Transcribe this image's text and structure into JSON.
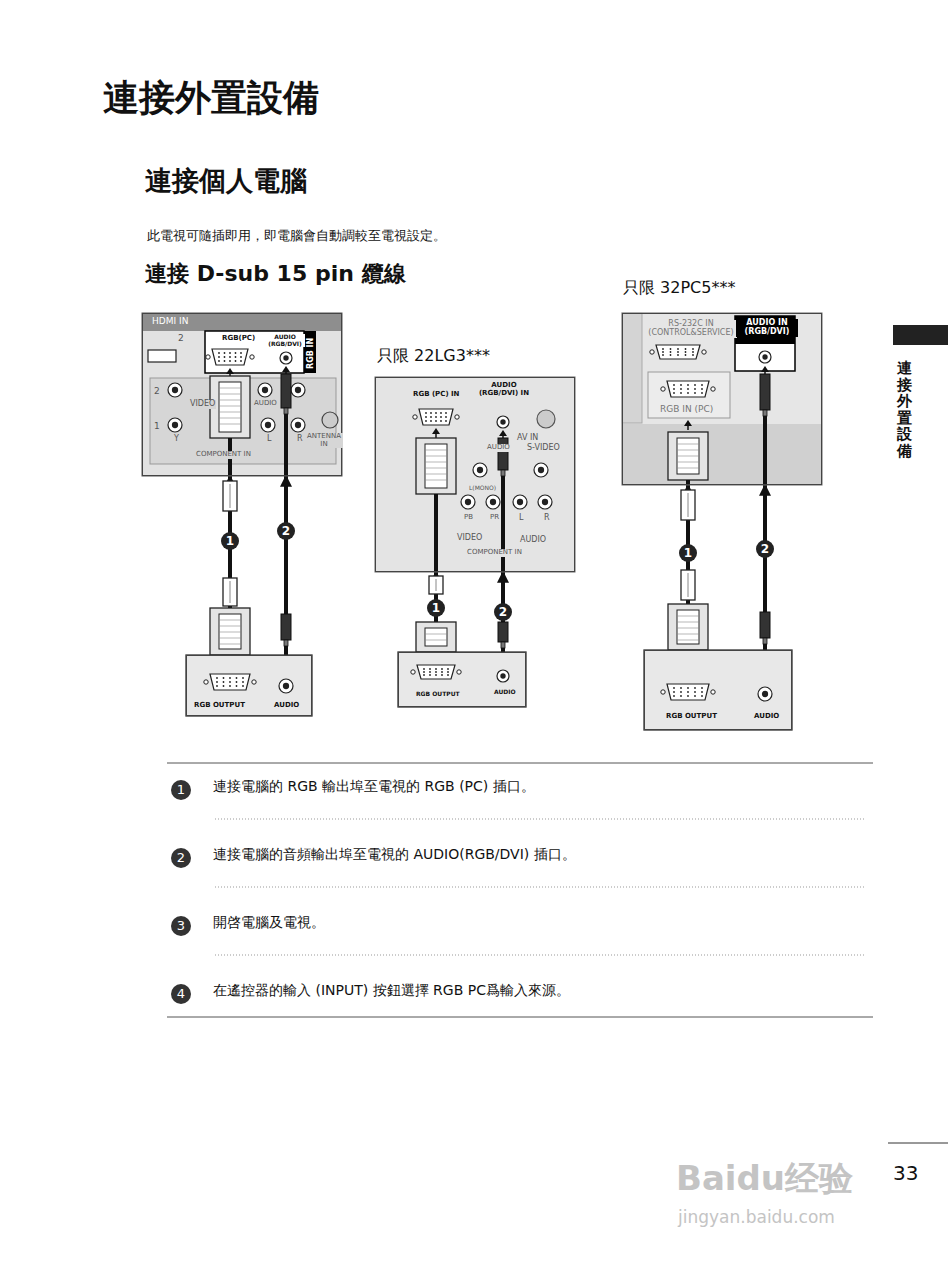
{
  "diagram": {
    "title": "連接外置設備",
    "nodes": [
      {
        "text": [
          "HDMI IN",
          "2",
          "RGB(PC)",
          "AUDIO (RGB/DVI)",
          "RGB IN",
          "2",
          "1",
          "VIDEO",
          "AUDIO",
          "Y",
          "L",
          "R",
          "COMPONENT IN",
          "ANTENNA IN"
        ]
      },
      {
        "text": [
          "RGB OUTPUT",
          "AUDIO"
        ]
      },
      {
        "text": [
          "RGB (PC) IN",
          "AUDIO (RGB/DVI) IN",
          "AV IN",
          "AUDIO",
          "S-VIDEO",
          "L(MONO)",
          "PB",
          "PR",
          "L",
          "R",
          "VIDEO",
          "AUDIO",
          "COMPONENT IN"
        ]
      },
      {
        "text": [
          "RGB OUTPUT",
          "AUDIO"
        ]
      },
      {
        "text": [
          "RS-232C IN (CONTROL&SERVICE)",
          "AUDIO IN (RGB/DVI)",
          "RGB IN (PC)"
        ]
      },
      {
        "text": [
          "RGB OUTPUT",
          "AUDIO"
        ]
      }
    ],
    "edges": [
      {
        "from": 1,
        "to": 0,
        "arrow": "to",
        "label": "1"
      },
      {
        "from": 1,
        "to": 0,
        "arrow": "to",
        "label": "2"
      },
      {
        "from": 3,
        "to": 2,
        "arrow": "to",
        "label": "1"
      },
      {
        "from": 3,
        "to": 2,
        "arrow": "to",
        "label": "2"
      },
      {
        "from": 5,
        "to": 4,
        "arrow": "to",
        "label": "1"
      },
      {
        "from": 5,
        "to": 4,
        "arrow": "to",
        "label": "2"
      }
    ],
    "labels": [
      "連接個人電腦",
      "此電視可隨插即用，即電腦會自動調較至電視設定。",
      "連接 D-sub 15 pin 纜線",
      "只限 22LG3***",
      "只限 32PC5***",
      "1",
      "連接電腦的 RGB 輸出埠至電視的 RGB (PC) 插口。",
      "2",
      "連接電腦的音頻輸出埠至電視的 AUDIO(RGB/DVI) 插口。",
      "3",
      "開啓電腦及電視。",
      "4",
      "在遙控器的輸入 (INPUT) 按鈕選擇 RGB PC爲輸入來源。",
      "連接外置設備",
      "33",
      "Baidu经验",
      "jingyan.baidu.com"
    ]
  }
}
